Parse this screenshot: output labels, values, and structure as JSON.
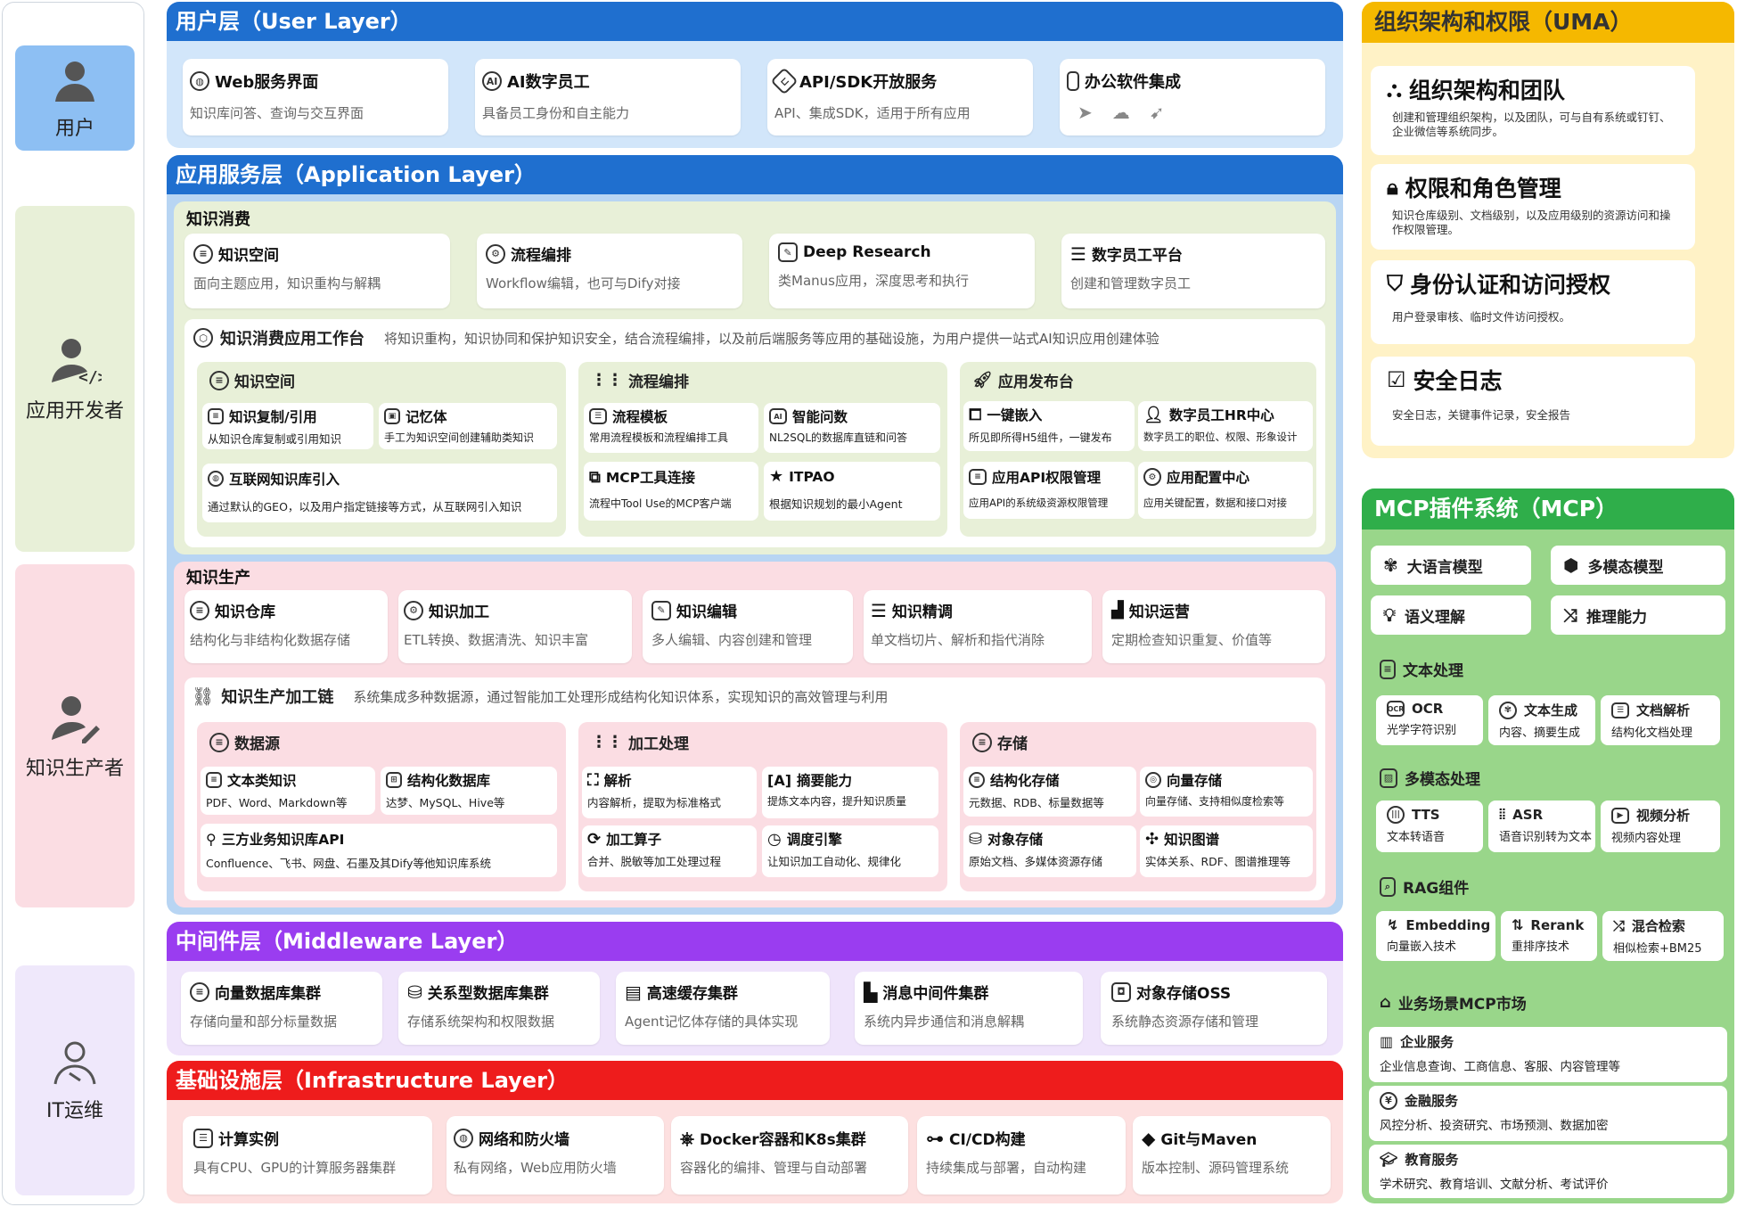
{
  "roles": {
    "user": "用户",
    "appdev": "应用开发者",
    "producer": "知识生产者",
    "itops": "IT运维"
  },
  "user_layer": {
    "title": "用户层（User Layer）",
    "cards": [
      {
        "title": "Web服务界面",
        "desc": "知识库问答、查询与交互界面"
      },
      {
        "title": "AI数字员工",
        "desc": "具备员工身份和自主能力"
      },
      {
        "title": "API/SDK开放服务",
        "desc": "API、集成SDK，适用于所有应用"
      },
      {
        "title": "办公软件集成",
        "desc": ""
      }
    ]
  },
  "app_layer": {
    "title": "应用服务层（Application Layer）",
    "consume": {
      "title": "知识消费",
      "cards": [
        {
          "title": "知识空间",
          "desc": "面向主题应用，知识重构与解耦"
        },
        {
          "title": "流程编排",
          "desc": "Workflow编辑，也可与Dify对接"
        },
        {
          "title": "Deep Research",
          "desc": "类Manus应用，深度思考和执行"
        },
        {
          "title": "数字员工平台",
          "desc": "创建和管理数字员工"
        }
      ],
      "workbench": {
        "title": "知识消费应用工作台",
        "desc": "将知识重构，知识协同和保护知识安全，结合流程编排，以及前后端服务等应用的基础设施，为用户提供一站式AI知识应用创建体验"
      },
      "groups": [
        {
          "title": "知识空间",
          "items": [
            {
              "t": "知识复制/引用",
              "s": "从知识仓库复制或引用知识"
            },
            {
              "t": "记忆体",
              "s": "手工为知识空间创建辅助类知识"
            },
            {
              "t": "互联网知识库引入",
              "s": "通过默认的GEO，以及用户指定链接等方式，从互联网引入知识"
            }
          ]
        },
        {
          "title": "流程编排",
          "items": [
            {
              "t": "流程模板",
              "s": "常用流程模板和流程编排工具"
            },
            {
              "t": "智能问数",
              "s": "NL2SQL的数据库直链和问答"
            },
            {
              "t": "MCP工具连接",
              "s": "流程中Tool Use的MCP客户端"
            },
            {
              "t": "ITPAO",
              "s": "根据知识规划的最小Agent"
            }
          ]
        },
        {
          "title": "应用发布台",
          "items": [
            {
              "t": "一键嵌入",
              "s": "所见即所得H5组件，一键发布"
            },
            {
              "t": "数字员工HR中心",
              "s": "数字员工的职位、权限、形象设计"
            },
            {
              "t": "应用API权限管理",
              "s": "应用API的系统级资源权限管理"
            },
            {
              "t": "应用配置中心",
              "s": "应用关键配置，数据和接口对接"
            }
          ]
        }
      ]
    },
    "produce": {
      "title": "知识生产",
      "cards": [
        {
          "title": "知识仓库",
          "desc": "结构化与非结构化数据存储"
        },
        {
          "title": "知识加工",
          "desc": "ETL转换、数据清洗、知识丰富"
        },
        {
          "title": "知识编辑",
          "desc": "多人编辑、内容创建和管理"
        },
        {
          "title": "知识精调",
          "desc": "单文档切片、解析和指代消除"
        },
        {
          "title": "知识运营",
          "desc": "定期检查知识重复、价值等"
        }
      ],
      "chain": {
        "title": "知识生产加工链",
        "desc": "系统集成多种数据源，通过智能加工处理形成结构化知识体系，实现知识的高效管理与利用"
      },
      "groups": [
        {
          "title": "数据源",
          "items": [
            {
              "t": "文本类知识",
              "s": "PDF、Word、Markdown等"
            },
            {
              "t": "结构化数据库",
              "s": "达梦、MySQL、Hive等"
            },
            {
              "t": "三方业务知识库API",
              "s": "Confluence、飞书、网盘、石墨及其Dify等他知识库系统"
            }
          ]
        },
        {
          "title": "加工处理",
          "items": [
            {
              "t": "解析",
              "s": "内容解析，提取为标准格式"
            },
            {
              "t": "摘要能力",
              "s": "提炼文本内容，提升知识质量"
            },
            {
              "t": "加工算子",
              "s": "合并、脱敏等加工处理过程"
            },
            {
              "t": "调度引擎",
              "s": "让知识加工自动化、规律化"
            }
          ]
        },
        {
          "title": "存储",
          "items": [
            {
              "t": "结构化存储",
              "s": "元数据、RDB、标量数据等"
            },
            {
              "t": "向量存储",
              "s": "向量存储、支持相似度检索等"
            },
            {
              "t": "对象存储",
              "s": "原始文档、多媒体资源存储"
            },
            {
              "t": "知识图谱",
              "s": "实体关系、RDF、图谱推理等"
            }
          ]
        }
      ]
    }
  },
  "middleware": {
    "title": "中间件层（Middleware Layer）",
    "cards": [
      {
        "title": "向量数据库集群",
        "desc": "存储向量和部分标量数据"
      },
      {
        "title": "关系型数据库集群",
        "desc": "存储系统架构和权限数据"
      },
      {
        "title": "高速缓存集群",
        "desc": "Agent记忆体存储的具体实现"
      },
      {
        "title": "消息中间件集群",
        "desc": "系统内异步通信和消息解耦"
      },
      {
        "title": "对象存储OSS",
        "desc": "系统静态资源存储和管理"
      }
    ]
  },
  "infra": {
    "title": "基础设施层（Infrastructure Layer）",
    "cards": [
      {
        "title": "计算实例",
        "desc": "具有CPU、GPU的计算服务器集群"
      },
      {
        "title": "网络和防火墙",
        "desc": "私有网络，Web应用防火墙"
      },
      {
        "title": "Docker容器和K8s集群",
        "desc": "容器化的编排、管理与自动部署"
      },
      {
        "title": "CI/CD构建",
        "desc": "持续集成与部署，自动构建"
      },
      {
        "title": "Git与Maven",
        "desc": "版本控制、源码管理系统"
      }
    ]
  },
  "uma": {
    "title": "组织架构和权限（UMA）",
    "cards": [
      {
        "title": "组织架构和团队",
        "desc": "创建和管理组织架构，以及团队，可与自有系统或钉钉、企业微信等系统同步。"
      },
      {
        "title": "权限和角色管理",
        "desc": "知识仓库级别、文档级别，以及应用级别的资源访问和操作权限管理。"
      },
      {
        "title": "身份认证和访问授权",
        "desc": "用户登录审核、临时文件访问授权。"
      },
      {
        "title": "安全日志",
        "desc": "安全日志，关键事件记录，安全报告"
      }
    ]
  },
  "mcp": {
    "title": "MCP插件系统（MCP）",
    "pills": [
      "大语言模型",
      "多模态模型",
      "语义理解",
      "推理能力"
    ],
    "text": {
      "title": "文本处理",
      "items": [
        {
          "t": "OCR",
          "s": "光学字符识别"
        },
        {
          "t": "文本生成",
          "s": "内容、摘要生成"
        },
        {
          "t": "文档解析",
          "s": "结构化文档处理"
        }
      ]
    },
    "multi": {
      "title": "多模态处理",
      "items": [
        {
          "t": "TTS",
          "s": "文本转语音"
        },
        {
          "t": "ASR",
          "s": "语音识别转为文本"
        },
        {
          "t": "视频分析",
          "s": "视频内容处理"
        }
      ]
    },
    "rag": {
      "title": "RAG组件",
      "items": [
        {
          "t": "Embedding",
          "s": "向量嵌入技术"
        },
        {
          "t": "Rerank",
          "s": "重排序技术"
        },
        {
          "t": "混合检索",
          "s": "相似检索+BM25"
        }
      ]
    },
    "market": {
      "title": "业务场景MCP市场",
      "items": [
        {
          "t": "企业服务",
          "s": "企业信息查询、工商信息、客服、内容管理等"
        },
        {
          "t": "金融服务",
          "s": "风控分析、投资研究、市场预测、数据加密"
        },
        {
          "t": "教育服务",
          "s": "学术研究、教育培训、文献分析、考试评价"
        }
      ]
    }
  },
  "colors": {
    "user_blue": "#1f6fcf",
    "app_blue": "#1f6fcf",
    "middleware": "#9a3df0",
    "infra": "#ee1c1c",
    "uma": "#f5b800",
    "mcp": "#2fae4a"
  }
}
